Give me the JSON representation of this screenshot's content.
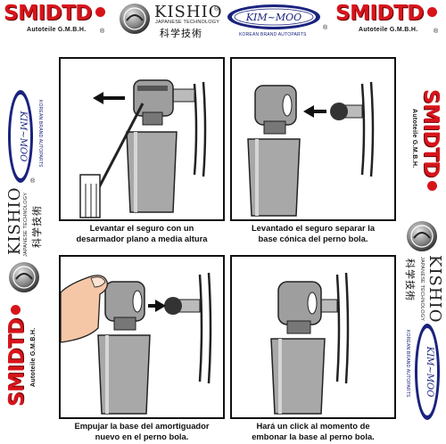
{
  "brands": {
    "smidtd": {
      "name": "SMIDTD",
      "sub": "Autoteile G.M.B.H.",
      "reg": "®",
      "color": "#d8141b"
    },
    "kishio": {
      "name": "KISHIO",
      "sub": "JAPANESE TECHNOLOGY",
      "cjk": "科学技術",
      "reg": "®"
    },
    "kimmoo": {
      "name": "KIM-MOO",
      "sub": "KOREAN BRAND AUTOPARTS",
      "reg": "®",
      "color": "#1a237e"
    }
  },
  "steps": [
    {
      "caption_line1": "Levantar el seguro con un",
      "caption_line2": "desarmador plano a media altura"
    },
    {
      "caption_line1": "Levantado el seguro separar la",
      "caption_line2": "base cónica del perno bola."
    },
    {
      "caption_line1": "Empujar la base del amortiguador",
      "caption_line2": "nuevo en el perno bola."
    },
    {
      "caption_line1": "Hará un click al momento de",
      "caption_line2": "embonar la base al perno bola."
    }
  ]
}
